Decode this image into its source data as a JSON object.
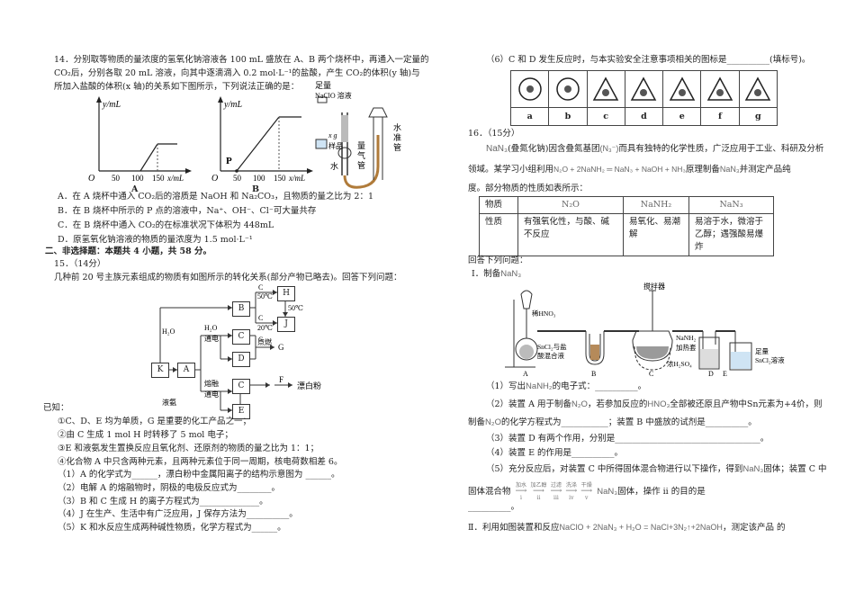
{
  "q14": {
    "stem1": "14．分别取等物质的量浓度的氢氧化钠溶液各 100 mL 盛放在 A、B 两个烧杯中，再通入一定量的",
    "stem2": "CO₂后，分别各取 20 mL 溶液，向其中逐滴滴入 0.2 mol·L⁻¹的盐酸，产生 CO₂的体积(y 轴)与",
    "stem3": "所加入盐酸的体积(x 轴)的关系如下图所示，下列说法正确的是：",
    "graphA": {
      "ylabel": "y/mL",
      "origin": "O",
      "ticks": [
        "50",
        "100",
        "150"
      ],
      "xlabel": "x/mL",
      "name": "A"
    },
    "graphB": {
      "ylabel": "y/mL",
      "origin": "O",
      "point": "P",
      "ticks": [
        "50",
        "100",
        "150"
      ],
      "xlabel": "x/mL",
      "name": "B"
    },
    "apparatus": {
      "l1": "足量",
      "l2": "NaClO 溶液",
      "l3": "水",
      "l4": "准",
      "l5": "管",
      "l6": "x g",
      "l7": "样品",
      "l8": "量",
      "l9": "气",
      "l10": "管",
      "l11": "水"
    },
    "optA": "A．在 A 烧杯中通入 CO₂后的溶质是 NaOH 和 Na₂CO₃，且物质的量之比为 2：1",
    "optB": "B．在 B 烧杯中所示的 P 点的溶液中，Na⁺、OH⁻、Cl⁻可大量共存",
    "optC": "C．在 B 烧杯中通入 CO₂的在标准状况下体积为 448mL",
    "optD": "D．原氢氧化钠溶液的物质的量浓度为 1.5 mol·L⁻¹"
  },
  "section2": "二、非选择题：本题共 4 小题，共 58 分。",
  "q15": {
    "head": "15．（14分）",
    "stem": "几种前 20 号主族元素组成的物质有如图所示的转化关系(部分产物已略去)。回答下列问题：",
    "diagram": {
      "K": "K",
      "A": "A",
      "B": "B",
      "C1": "C",
      "C2": "C",
      "D": "D",
      "C3": "C",
      "E": "E",
      "H": "H",
      "J": "J",
      "H2O": "H₂O",
      "H2O2": "H₂O",
      "dian1": "通电",
      "C_top": "C",
      "t50": "50℃",
      "C_mid": "C",
      "t50b": "50℃",
      "C_j": "C",
      "t20": "20℃",
      "dianran": "点燃",
      "G": "G",
      "F": "F",
      "piao": "漂白粉",
      "yean": "液氨",
      "rongrong": "熔融",
      "dian2": "通电"
    },
    "known": "已知：",
    "k1": "①C、D、E 均为单质，G 是重要的化工产品之一；",
    "k2": "②由 C 生成 1 mol H 时转移了 5 mol 电子；",
    "k3": "③E 和液氨发生置换反应且氧化剂、还原剂的物质的量之比为 1：1；",
    "k4": "④化合物 A 中只含两种元素，且两种元素位于同一周期，核电荷数相差 6。",
    "s1": "（1）A 的化学式为______，漂白粉中金属阳离子的结构示意图为 ______。",
    "s2": "（2）电解 A 的熔融物时，阴极的电极反应式为________。",
    "s3": "（3）B 和 C 生成 H 的离子方程式为______________。",
    "s4": "（4）J 在生产、生活中有广泛应用，J 保存方法为__________。",
    "s5": "（5）K 和水反应生成两种碱性物质，化学方程式为______。"
  },
  "q15_6": {
    "text": "（6）C 和 D 发生反应时，与本实验安全注意事项相关的图标是__________(填标号)。",
    "icons": [
      "a",
      "b",
      "c",
      "d",
      "e",
      "f",
      "g"
    ]
  },
  "q16": {
    "head": "16．（15分）",
    "l1a": "NaN₃",
    "l1b": "(叠氮化钠)因含叠氮基团",
    "l1c": "(N₃⁻)",
    "l1d": "而具有独特的化学性质，广泛应用于工业、科研及分析",
    "l2a": "领域。某学习小组利用",
    "l2b": "N₂O + 2NaNH₂ ═ NaN₃ + NaOH + NH₃",
    "l2c": "原理制备",
    "l2d": "NaN₃",
    "l2e": "并测定产品纯",
    "l3": "度。部分物质的性质如表所示：",
    "table": {
      "head": [
        "物质",
        "N₂O",
        "NaNH₂",
        "NaN₃"
      ],
      "row": [
        "性质",
        "有强氧化性，与酸、碱不反应",
        "易氧化、易潮解",
        "易溶于水，微溶于乙醇；遇强酸易爆炸"
      ]
    },
    "ans": "回答下列问题：",
    "partI": "Ⅰ．制备",
    "partI_f": "NaN₃",
    "app": {
      "stir": "搅拌器",
      "hno3": "稀HNO₃",
      "snmix1": "SnCl₂与盐",
      "snmix2": "酸混合液",
      "nanh2": "NaNH₂",
      "heat": "加热套",
      "h2so4": "浓H₂SO₄",
      "sn1": "足量",
      "sn2": "SnCl₂溶液",
      "A": "A",
      "B": "B",
      "C": "C",
      "D": "D",
      "E": "E"
    },
    "s1a": "（1）写出",
    "s1b": "NaNH₂",
    "s1c": "的电子式：__________。",
    "s2a": "（2）装置 A 用于制备",
    "s2b": "N₂O",
    "s2c": "，若参加反应的",
    "s2d": "HNO₃",
    "s2e": "全部被还原且产物中Sn元素为+4价，则",
    "s2f": "制备",
    "s2g": "N₂O",
    "s2h": "的化学方程式为___________；装置 B 中盛放的试剂是__________。",
    "s3": "（3）装置 D 有两个作用，分别是__________________________________。",
    "s4": "（4）装置 E 的作用是__________。",
    "s5a": "（5）充分反应后，对装置 C 中所得固体混合物进行以下操作，得到",
    "s5b": "NaN₃",
    "s5c": "固体；装置 C 中",
    "s5d": "固体混合物",
    "flow": [
      "加水",
      "i",
      "加乙醇",
      "ii",
      "过滤",
      "iii",
      "洗涤",
      "iv",
      "干燥",
      "v"
    ],
    "s5e": "NaN₃",
    "s5f": "固体，操作 ii 的目的是",
    "s5g": "__________。",
    "partII_a": "Ⅱ．利用如图装置和反应",
    "partII_b": "NaClO + 2NaN₃ + H₂O = NaCl+3N₂↑+2NaOH",
    "partII_c": "，测定该产品    的"
  }
}
